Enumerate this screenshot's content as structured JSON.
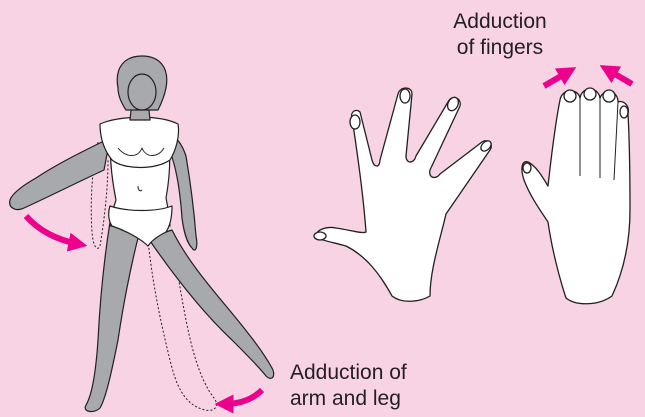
{
  "labels": {
    "fingers": {
      "line1": "Adduction",
      "line2": "of fingers"
    },
    "arm_leg": {
      "line1": "Adduction of",
      "line2": "arm and leg"
    }
  },
  "colors": {
    "background": "#f7d3e4",
    "figure_fill": "#a7a9ac",
    "hand_fill": "#ffffff",
    "outline": "#231f20",
    "arrow": "#ec008c"
  },
  "icons": {
    "arrows": "curved-arrow",
    "finger_arrows": "straight-arrow"
  }
}
